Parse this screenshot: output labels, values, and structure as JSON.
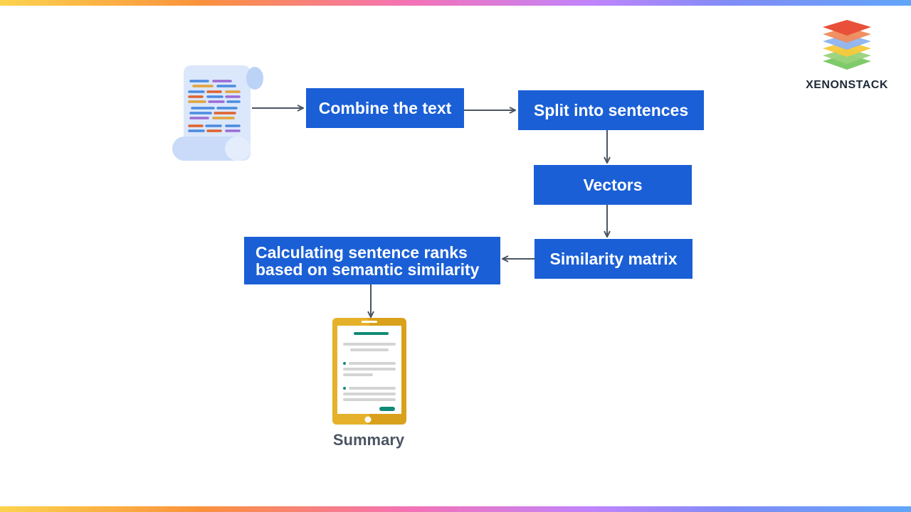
{
  "brand": {
    "name": "XENONSTACK"
  },
  "steps": {
    "combine": "Combine the text",
    "split": "Split into sentences",
    "vectors": "Vectors",
    "similarity": "Similarity matrix",
    "rank_line1": "Calculating sentence ranks",
    "rank_line2": "based on semantic similarity"
  },
  "output": {
    "label": "Summary"
  },
  "icons": {
    "input": "document-scroll-icon",
    "output": "tablet-summary-icon",
    "logo": "layered-stack-logo-icon"
  },
  "colors": {
    "box": "#1a5fd6",
    "arrow": "#4b5563",
    "tablet": "#d9a11b"
  }
}
